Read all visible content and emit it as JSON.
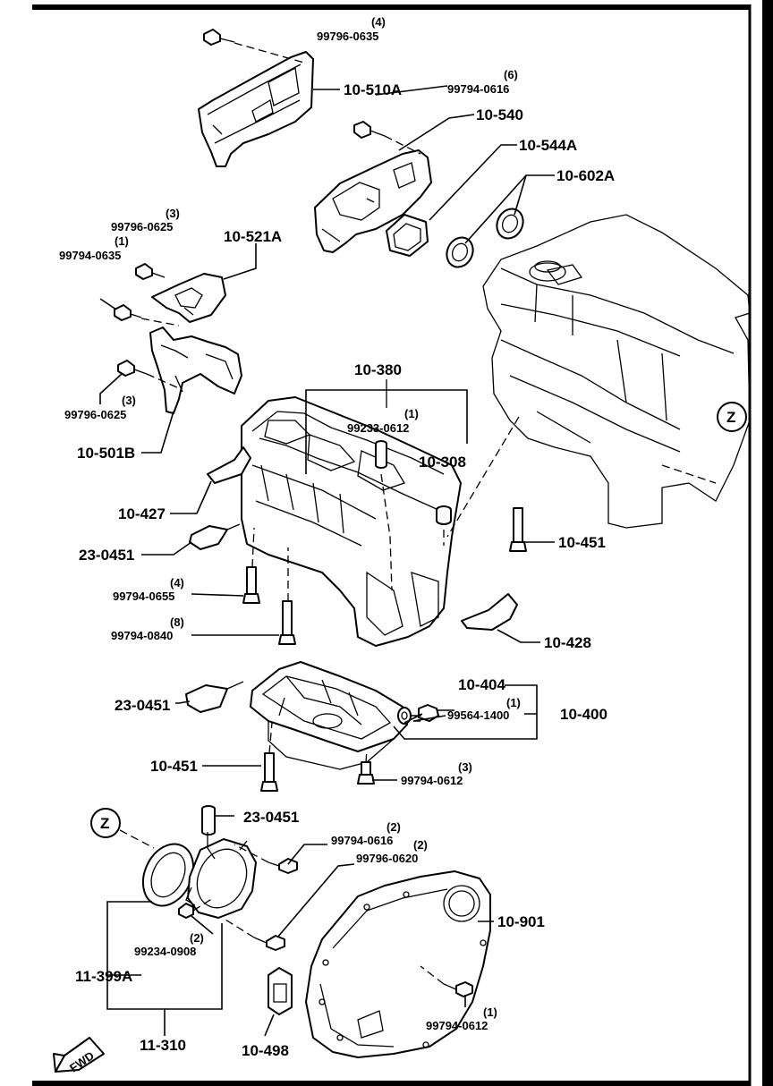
{
  "labels": {
    "c_10510A": "10-510A",
    "q_99796_0635": "(4)",
    "n_99796_0635": "99796-0635",
    "q_99794_0616a": "(6)",
    "n_99794_0616a": "99794-0616",
    "c_10540": "10-540",
    "c_10544A": "10-544A",
    "c_10602A": "10-602A",
    "q_99796_0625a": "(3)",
    "n_99796_0625a": "99796-0625",
    "q_99794_0635": "(1)",
    "n_99794_0635": "99794-0635",
    "c_10521A": "10-521A",
    "q_99796_0625b": "(3)",
    "n_99796_0625b": "99796-0625",
    "c_10501B": "10-501B",
    "c_10380": "10-380",
    "q_99233_0612": "(1)",
    "n_99233_0612": "99233-0612",
    "c_10308": "10-308",
    "c_10427": "10-427",
    "c_23_0451a": "23-0451",
    "c_10451a": "10-451",
    "q_99794_0655": "(4)",
    "n_99794_0655": "99794-0655",
    "q_99794_0840": "(8)",
    "n_99794_0840": "99794-0840",
    "c_10428": "10-428",
    "c_23_0451b": "23-0451",
    "c_10404": "10-404",
    "q_99564_1400": "(1)",
    "n_99564_1400": "99564-1400",
    "c_10400": "10-400",
    "c_10451b": "10-451",
    "q_99794_0612a": "(3)",
    "n_99794_0612a": "99794-0612",
    "z_top": "Z",
    "z_bottom": "Z",
    "c_23_0451c": "23-0451",
    "q_99794_0616b": "(2)",
    "n_99794_0616b": "99794-0616",
    "q_99796_0620": "(2)",
    "n_99796_0620": "99796-0620",
    "c_10901": "10-901",
    "q_99234_0908": "(2)",
    "n_99234_0908": "99234-0908",
    "c_11_399A": "11-399A",
    "q_99794_0612b": "(1)",
    "n_99794_0612b": "99794-0612",
    "c_11_310": "11-310",
    "c_10498": "10-498",
    "fwd": "FWD"
  }
}
